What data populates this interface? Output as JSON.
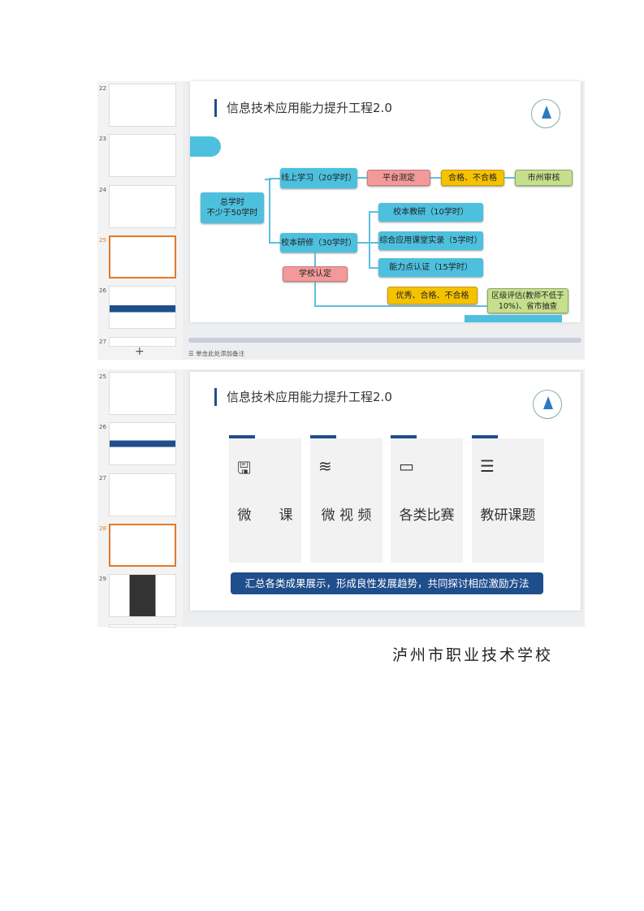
{
  "slide_title": "信息技术应用能力提升工程2.0",
  "shot1": {
    "thumb_numbers": [
      "22",
      "23",
      "24",
      "25",
      "26",
      "27"
    ],
    "add_slide": "+",
    "notes_placeholder": "单击此处添加备注",
    "nodes": {
      "total": "总学时\n不少于50学时",
      "online": "线上学习（20学时）",
      "platform": "平台测定",
      "pass_fail": "合格、不合格",
      "city_review": "市州审核",
      "school_training": "校本研修（30学时）",
      "school_research": "校本教研（10学时）",
      "classroom": "综合应用课堂实录（5学时）",
      "ability": "能力点认证（15学时）",
      "school_confirm": "学校认定",
      "grades": "优秀、合格、不合格",
      "district": "区级评估(教师不低于10%)、省市抽查"
    }
  },
  "shot2": {
    "thumb_numbers": [
      "25",
      "26",
      "27",
      "28",
      "29"
    ],
    "cards": [
      {
        "icon": "save-icon",
        "label": "微　　课"
      },
      {
        "icon": "layers-icon",
        "label": "微 视 频"
      },
      {
        "icon": "archive-icon",
        "label": "各类比赛"
      },
      {
        "icon": "document-icon",
        "label": "教研课题"
      }
    ],
    "banner": "汇总各类成果展示，形成良性发展趋势，共同探讨相应激励方法"
  },
  "footer": "泸州市职业技术学校"
}
